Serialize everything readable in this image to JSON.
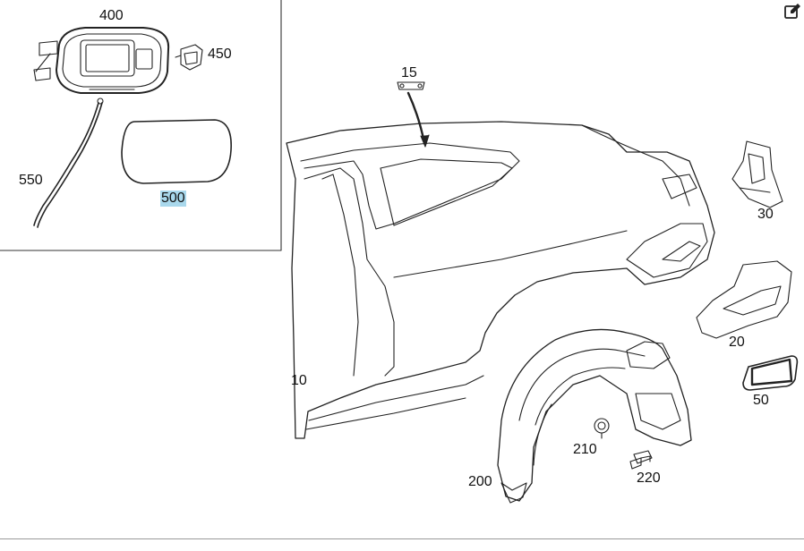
{
  "toolbar": {
    "edit_icon": "edit-icon"
  },
  "callouts": {
    "c400": "400",
    "c450": "450",
    "c550": "550",
    "c500": "500",
    "c15": "15",
    "c30": "30",
    "c20": "20",
    "c50": "50",
    "c10": "10",
    "c210": "210",
    "c220": "220",
    "c200": "200"
  },
  "highlight": {
    "color": "#a9d8ec",
    "callout": "500"
  }
}
